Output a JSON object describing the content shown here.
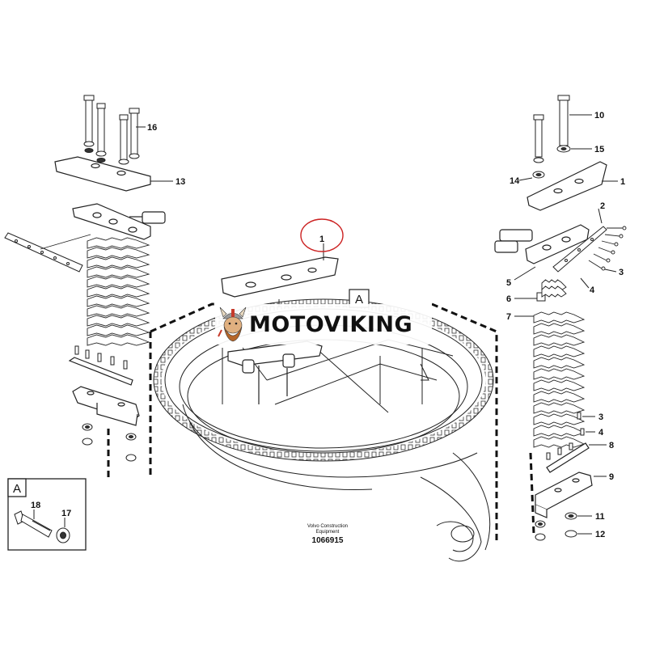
{
  "watermark": {
    "text": "MOTOVIKING"
  },
  "caption": {
    "line1": "Volvo Construction",
    "line2": "Equipment",
    "number": "1066915"
  },
  "section_marker": "A",
  "inset": {
    "letter": "A",
    "callouts": [
      "18",
      "17"
    ]
  },
  "left_callouts": [
    "16",
    "13"
  ],
  "center_callouts": [
    "1"
  ],
  "right_callouts": [
    "10",
    "15",
    "14",
    "1",
    "2",
    "3",
    "4",
    "5",
    "6",
    "7",
    "3",
    "4",
    "8",
    "9",
    "11",
    "12"
  ],
  "colors": {
    "line": "#111111",
    "highlight": "#cc2222",
    "background": "#ffffff"
  }
}
